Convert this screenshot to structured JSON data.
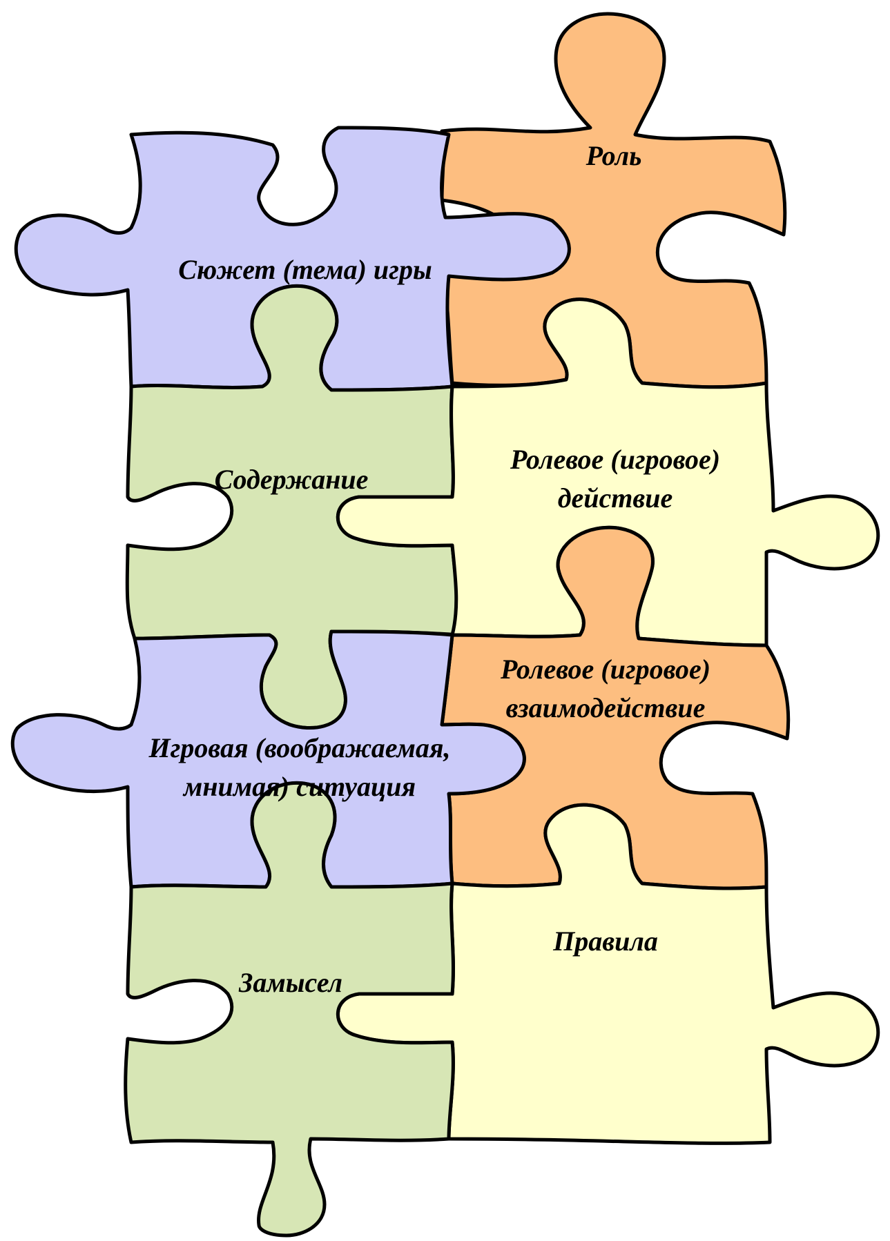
{
  "colors": {
    "lavender": "#CBCBF9",
    "green": "#D7E6B5",
    "peach": "#FDBE80",
    "cream": "#FFFFCC",
    "outline": "#000000"
  },
  "pieces": [
    {
      "id": "sujet",
      "lines": [
        "Сюжет (тема) игры"
      ],
      "color": "lavender"
    },
    {
      "id": "rol",
      "lines": [
        "Роль"
      ],
      "color": "peach"
    },
    {
      "id": "soderzhanie",
      "lines": [
        "Содержание"
      ],
      "color": "green"
    },
    {
      "id": "rolevoe-deistvie",
      "lines": [
        "Ролевое (игровое)",
        "действие"
      ],
      "color": "cream"
    },
    {
      "id": "rolevoe-vzaimodeistvie",
      "lines": [
        "Ролевое (игровое)",
        "взаимодействие"
      ],
      "color": "peach"
    },
    {
      "id": "situaciya",
      "lines": [
        "Игровая (воображаемая,",
        "мнимая) ситуация"
      ],
      "color": "lavender"
    },
    {
      "id": "zamysel",
      "lines": [
        "Замысел"
      ],
      "color": "green"
    },
    {
      "id": "pravila",
      "lines": [
        "Правила"
      ],
      "color": "cream"
    }
  ]
}
